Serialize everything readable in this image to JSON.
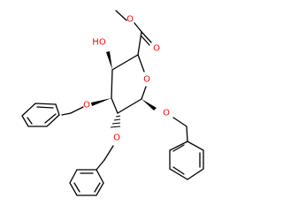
{
  "structure": {
    "type": "chemical-structure-diagram",
    "atom_labels": {
      "ester_carbonyl_oxygen": "O",
      "ester_ether_oxygen": "O",
      "hydroxyl": "HO",
      "ring_oxygen": "O",
      "c3_benzyloxy_oxygen": "O",
      "anomeric_benzyloxy_oxygen": "O",
      "c2_benzyloxy_oxygen": "O"
    },
    "colors": {
      "carbon_bonds": "#000000",
      "oxygen": "#ff0000"
    }
  }
}
